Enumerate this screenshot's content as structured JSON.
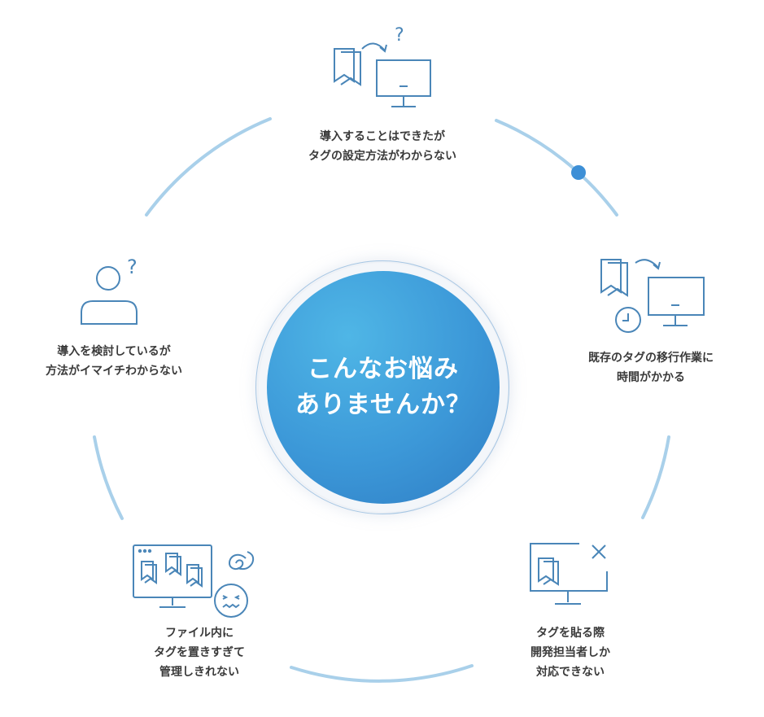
{
  "center": {
    "line1": "こんなお悩み",
    "line2": "ありませんか？"
  },
  "items": [
    {
      "lines": [
        "導入することはできたが",
        "タグの設定方法がわからない"
      ]
    },
    {
      "lines": [
        "既存のタグの移行作業に",
        "時間がかかる"
      ]
    },
    {
      "lines": [
        "タグを貼る際",
        "開発担当者しか",
        "対応できない"
      ]
    },
    {
      "lines": [
        "ファイル内に",
        "タグを置きすぎて",
        "管理しきれない"
      ]
    },
    {
      "lines": [
        "導入を検討しているが",
        "方法がイマイチわからない"
      ]
    }
  ],
  "icons": {
    "item1": "question-question-mark",
    "qmark": "?",
    "item5_qmark": "?"
  },
  "colors": {
    "ring": "#a9d0ea",
    "icon": "#4a86b8",
    "dot": "#3d8fd6",
    "center": "#3c98d8"
  }
}
